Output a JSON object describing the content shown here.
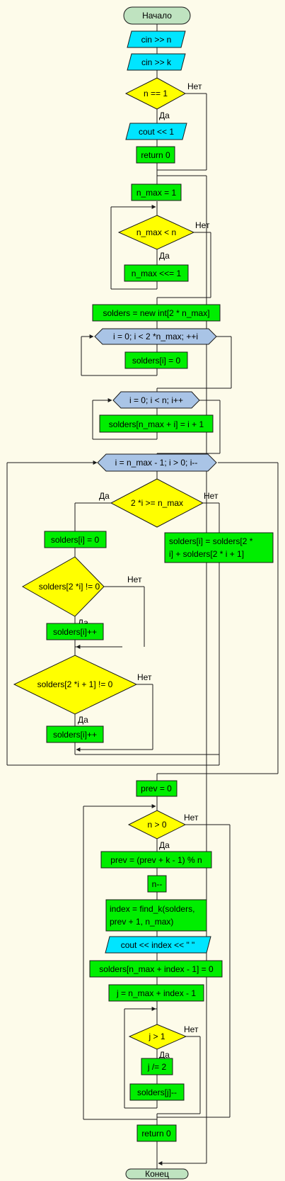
{
  "terminals": {
    "start": "Начало",
    "end": "Конец"
  },
  "branch_labels": {
    "yes": "Да",
    "no": "Нет"
  },
  "io": {
    "cin_n": "cin >> n",
    "cin_k": "cin >> k",
    "cout_1": "cout << 1",
    "cout_index": "cout << index << \" \""
  },
  "conditions": {
    "n_eq_1": "n == 1",
    "nmax_lt_n": "n_max < n",
    "two_i_ge_nmax": "2 *i >= n_max",
    "solders_2i_ne_0": "solders[2 *i] != 0",
    "solders_2i1_ne_0": "solders[2 *i + 1] != 0",
    "n_gt_0": "n > 0",
    "j_gt_1": "j > 1"
  },
  "loops": {
    "fill_zero": "i = 0; i < 2 *n_max; ++i",
    "fill_index": "i = 0; i < n; i++",
    "build_tree": "i = n_max - 1; i > 0; i--"
  },
  "processes": {
    "return_0_first": "return 0",
    "nmax_init": "n_max = 1",
    "nmax_shift": "n_max <<= 1",
    "solders_new": "solders = new int[2 * n_max]",
    "solders_i_zero": "solders[i] = 0",
    "solders_nmax_i": "solders[n_max + i] = i + 1",
    "solders_i_zero2": "solders[i] = 0",
    "solders_sum_line1": "solders[i] = solders[2 *",
    "solders_sum_line2": "i] + solders[2 * i + 1]",
    "solders_inc_1": "solders[i]++",
    "solders_inc_2": "solders[i]++",
    "prev_init": "prev = 0",
    "prev_update": "prev = (prev + k - 1) % n",
    "n_dec": "n--",
    "index_line1": "index = find_k(solders,",
    "index_line2": "prev + 1, n_max)",
    "solders_clear": "solders[n_max + index - 1] = 0",
    "j_init": "j = n_max + index - 1",
    "j_div": "j /= 2",
    "solders_j_dec": "solders[j]--",
    "return_0_last": "return 0"
  }
}
